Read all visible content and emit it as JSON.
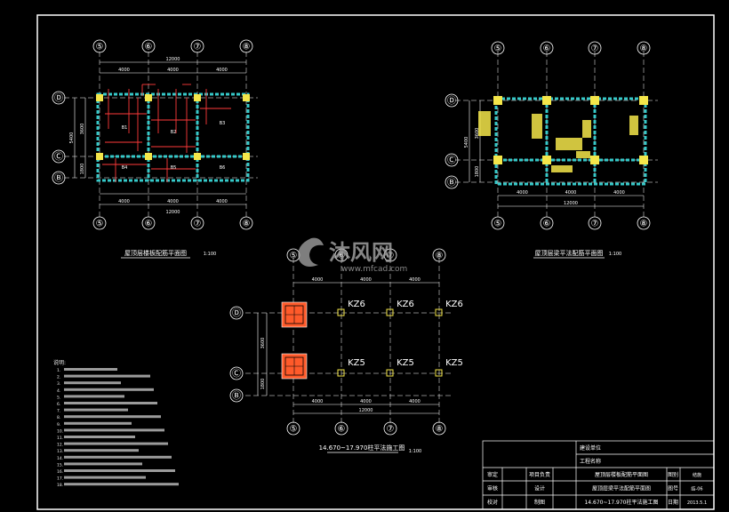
{
  "plan1": {
    "title": "屋顶层楼板配筋平面图",
    "scale": "1:100",
    "col_top": [
      "⑤",
      "⑥",
      "⑦",
      "⑧"
    ],
    "col_bottom": [
      "⑤",
      "⑥",
      "⑦",
      "⑧"
    ],
    "rows": [
      "Ⓓ",
      "Ⓒ",
      "Ⓑ"
    ],
    "dims_top": [
      "4000",
      "4000",
      "4000"
    ],
    "total_top": "12000",
    "dims_bottom": [
      "4000",
      "4000",
      "4000"
    ],
    "total_bottom": "12000",
    "dims_left": [
      "3600",
      "1800"
    ],
    "total_left": "5400",
    "slab_tags": [
      "B1",
      "B2",
      "B3",
      "B4",
      "B5",
      "B6"
    ]
  },
  "plan2": {
    "title": "屋顶层梁平法配筋平面图",
    "scale": "1:100",
    "col_top": [
      "⑤",
      "⑥",
      "⑦",
      "⑧"
    ],
    "col_bottom": [
      "⑤",
      "⑥",
      "⑦",
      "⑧"
    ],
    "rows": [
      "Ⓓ",
      "Ⓒ",
      "Ⓑ"
    ],
    "dims_bottom": [
      "4000",
      "4000",
      "4000"
    ],
    "total_bottom": "12000",
    "dims_left": [
      "3600",
      "1800"
    ],
    "total_left": "5400"
  },
  "plan3": {
    "title": "14.670~17.970柱平法施工图",
    "scale": "1:100",
    "col_top": [
      "⑤",
      "⑥",
      "⑦",
      "⑧"
    ],
    "col_bottom": [
      "⑤",
      "⑥",
      "⑦",
      "⑧"
    ],
    "rows": [
      "Ⓓ",
      "Ⓒ",
      "Ⓑ"
    ],
    "dims_top": [
      "4000",
      "4000",
      "4000"
    ],
    "dims_bottom": [
      "4000",
      "4000",
      "4000"
    ],
    "total_bottom": "12000",
    "dims_left": [
      "3600",
      "1800"
    ],
    "labels_row_d": [
      "KZ6",
      "KZ6",
      "KZ6"
    ],
    "labels_row_c": [
      "KZ5",
      "KZ5",
      "KZ5"
    ]
  },
  "watermark": {
    "brand": "沐风网",
    "url": "www.mfcad.com"
  },
  "notes": {
    "heading": "说明:",
    "lines": [
      "1.",
      "2.",
      "3.",
      "4.",
      "5.",
      "6.",
      "7.",
      "8.",
      "9.",
      "10.",
      "11.",
      "12.",
      "13.",
      "14.",
      "15.",
      "16.",
      "17.",
      "18."
    ]
  },
  "title_block": {
    "company": "建设单位",
    "project": "工程名称",
    "roles": [
      "审定",
      "审核",
      "校对"
    ],
    "roles2": [
      "项目负责",
      "设计",
      "制图"
    ],
    "drawing_titles": [
      "屋顶层楼板配筋平面图",
      "屋顶层梁平法配筋平面图",
      "14.670~17.970柱平法施工图"
    ],
    "fields": [
      "图别",
      "图号",
      "日期"
    ],
    "values": [
      "结施",
      "结-06",
      "2013.5.1"
    ]
  }
}
